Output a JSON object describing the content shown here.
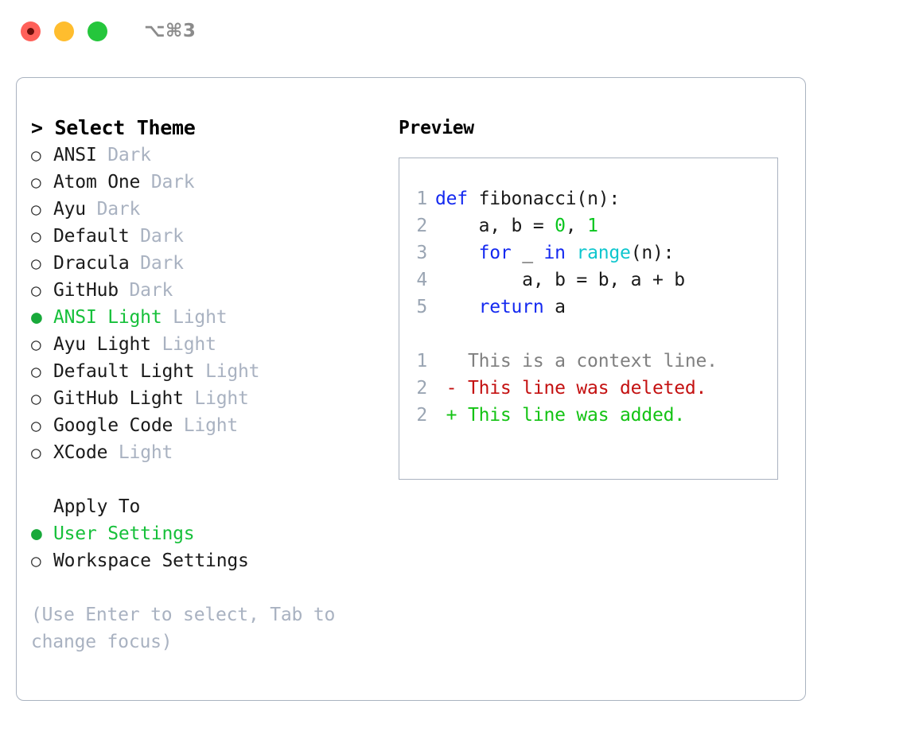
{
  "window": {
    "shortcut": "⌥⌘3",
    "traffic_lights": [
      "close-red",
      "minimize-yellow",
      "maximize-green"
    ]
  },
  "theme_picker": {
    "title": "> Select Theme",
    "items": [
      {
        "bullet": "○",
        "name": "ANSI",
        "variant": "Dark",
        "selected": false
      },
      {
        "bullet": "○",
        "name": "Atom One",
        "variant": "Dark",
        "selected": false
      },
      {
        "bullet": "○",
        "name": "Ayu",
        "variant": "Dark",
        "selected": false
      },
      {
        "bullet": "○",
        "name": "Default",
        "variant": "Dark",
        "selected": false
      },
      {
        "bullet": "○",
        "name": "Dracula",
        "variant": "Dark",
        "selected": false
      },
      {
        "bullet": "○",
        "name": "GitHub",
        "variant": "Dark",
        "selected": false
      },
      {
        "bullet": "●",
        "name": "ANSI Light",
        "variant": "Light",
        "selected": true
      },
      {
        "bullet": "○",
        "name": "Ayu Light",
        "variant": "Light",
        "selected": false
      },
      {
        "bullet": "○",
        "name": "Default Light",
        "variant": "Light",
        "selected": false
      },
      {
        "bullet": "○",
        "name": "GitHub Light",
        "variant": "Light",
        "selected": false
      },
      {
        "bullet": "○",
        "name": "Google Code",
        "variant": "Light",
        "selected": false
      },
      {
        "bullet": "○",
        "name": "XCode",
        "variant": "Light",
        "selected": false
      }
    ]
  },
  "apply_to": {
    "label": "Apply To",
    "options": [
      {
        "bullet": "●",
        "name": "User Settings",
        "selected": true
      },
      {
        "bullet": "○",
        "name": "Workspace Settings",
        "selected": false
      }
    ]
  },
  "hint": "(Use Enter to select, Tab to change focus)",
  "preview": {
    "title": "Preview",
    "code_lines": [
      {
        "ln": "1",
        "tokens": [
          {
            "t": "def",
            "c": "kw"
          },
          {
            "t": " fibonacci(n):",
            "c": "pln"
          }
        ]
      },
      {
        "ln": "2",
        "tokens": [
          {
            "t": "    a, b = ",
            "c": "pln"
          },
          {
            "t": "0",
            "c": "num"
          },
          {
            "t": ", ",
            "c": "pln"
          },
          {
            "t": "1",
            "c": "num"
          }
        ]
      },
      {
        "ln": "3",
        "tokens": [
          {
            "t": "    ",
            "c": "pln"
          },
          {
            "t": "for",
            "c": "kw"
          },
          {
            "t": " _ ",
            "c": "pln"
          },
          {
            "t": "in",
            "c": "kw"
          },
          {
            "t": " ",
            "c": "pln"
          },
          {
            "t": "range",
            "c": "fn"
          },
          {
            "t": "(n):",
            "c": "pln"
          }
        ]
      },
      {
        "ln": "4",
        "tokens": [
          {
            "t": "        a, b = b, a + b",
            "c": "pln"
          }
        ]
      },
      {
        "ln": "5",
        "tokens": [
          {
            "t": "    ",
            "c": "pln"
          },
          {
            "t": "return",
            "c": "kw"
          },
          {
            "t": " a",
            "c": "pln"
          }
        ]
      }
    ],
    "diff_lines": [
      {
        "ln": "1",
        "tokens": [
          {
            "t": "   This is a context line.",
            "c": "ctx"
          }
        ]
      },
      {
        "ln": "2",
        "tokens": [
          {
            "t": " - This line was deleted.",
            "c": "del"
          }
        ]
      },
      {
        "ln": "2",
        "tokens": [
          {
            "t": " + This line was added.",
            "c": "add"
          }
        ]
      }
    ]
  },
  "colors": {
    "accent_green": "#16c03a",
    "muted": "#a9b2c1",
    "keyword": "#1429f0",
    "function": "#0ec6ce",
    "number": "#0ac61f",
    "deleted": "#c41111",
    "added": "#14c314",
    "border": "#aab3c0"
  }
}
